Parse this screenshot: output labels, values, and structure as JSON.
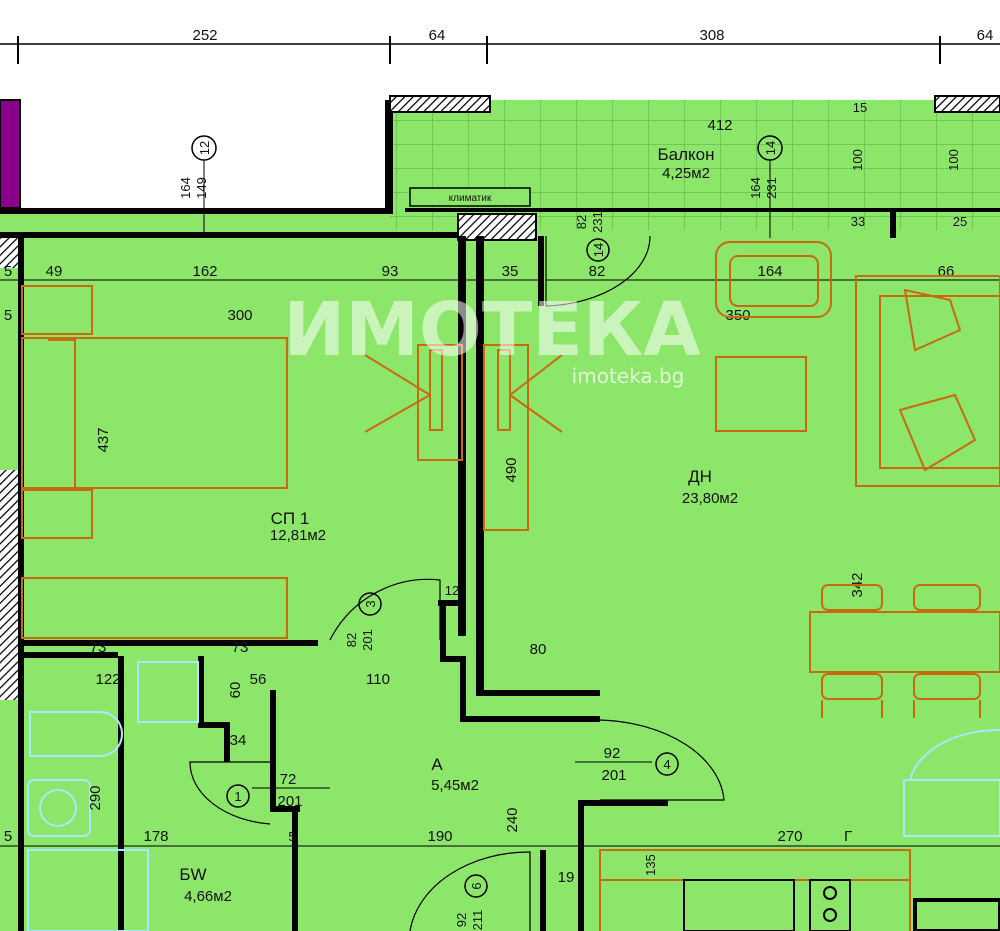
{
  "colors": {
    "floor": "#8ce66a",
    "wall": "#000000",
    "furniture": "#c96a10",
    "balcony_hatch": "#6aa84f",
    "tile": "#a6e8ff",
    "column": "#8b008b"
  },
  "top_dimensions": [
    "252",
    "64",
    "308",
    "64"
  ],
  "rooms": {
    "balcony": {
      "name": "Балкон",
      "area": "4,25м2"
    },
    "bedroom": {
      "name": "СП 1",
      "area": "12,81м2"
    },
    "living": {
      "name": "ДН",
      "area": "23,80м2"
    },
    "hall": {
      "name": "А",
      "area": "5,45м2"
    },
    "bathroom": {
      "name": "БW",
      "area": "4,66м2"
    }
  },
  "labels": {
    "climatic": "климатик",
    "g_mark": "Г"
  },
  "doors": {
    "d1": {
      "num": "1",
      "w": "72",
      "h": "201"
    },
    "d3": {
      "num": "3",
      "w": "82",
      "h": "201"
    },
    "d4": {
      "num": "4",
      "w": "92",
      "h": "201"
    },
    "d6": {
      "num": "6",
      "w": "92",
      "h": "211"
    },
    "d12": {
      "num": "12",
      "w": "164",
      "h": "149"
    },
    "d14": {
      "num": "14",
      "w": "82",
      "h": "231"
    },
    "d14b": {
      "num": "14",
      "w": "164",
      "h": "231"
    }
  },
  "dimensions": {
    "d412": "412",
    "d15": "15",
    "d100a": "100",
    "d100b": "100",
    "d33": "33",
    "d25": "25",
    "d49": "49",
    "d162": "162",
    "d93": "93",
    "d35": "35",
    "d82": "82",
    "d164": "164",
    "d66": "66",
    "d300": "300",
    "d350": "350",
    "d437": "437",
    "d490": "490",
    "d342": "342",
    "d12": "12",
    "d80": "80",
    "d73a": "73",
    "d73b": "73",
    "d122": "122",
    "d56": "56",
    "d60": "60",
    "d110": "110",
    "d34": "34",
    "d290": "290",
    "d178": "178",
    "d190": "190",
    "d240": "240",
    "d270": "270",
    "d135": "135",
    "d19": "19",
    "d5a": "5",
    "d5b": "5",
    "d5c": "5",
    "d5d": "5"
  },
  "watermark": {
    "text": "ИМОТЕКА",
    "url": "imoteka.bg"
  }
}
